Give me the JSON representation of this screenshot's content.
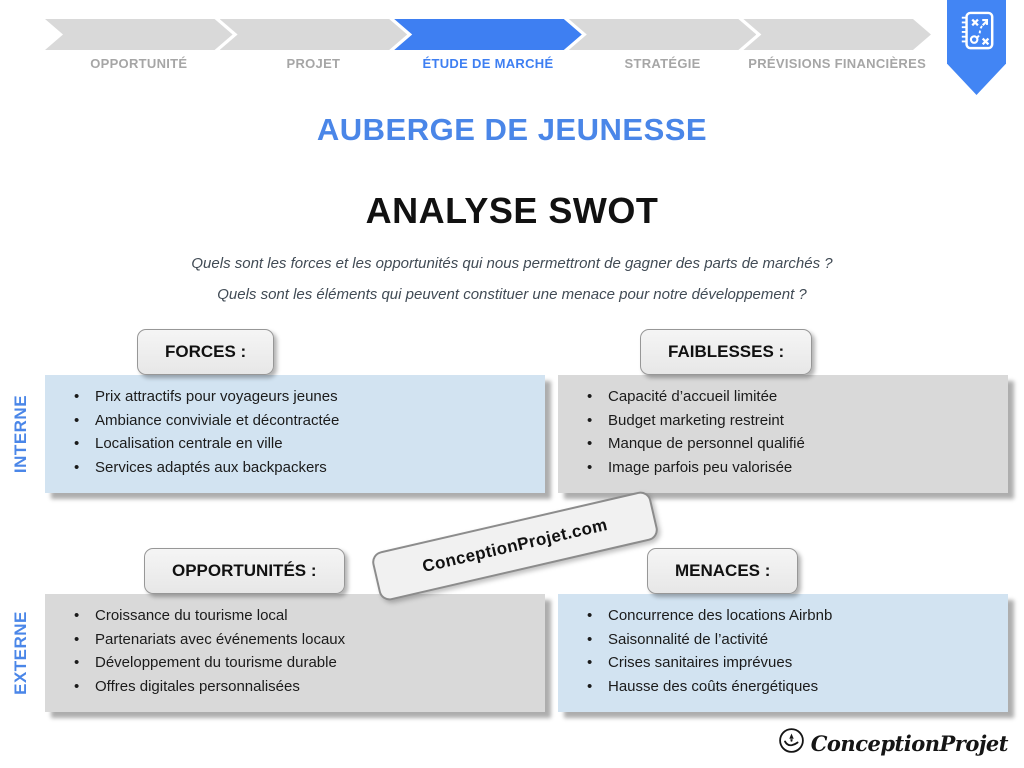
{
  "stepper": {
    "steps": [
      {
        "label": "OPPORTUNITÉ",
        "active": false
      },
      {
        "label": "PROJET",
        "active": false
      },
      {
        "label": "ÉTUDE DE MARCHÉ",
        "active": true
      },
      {
        "label": "STRATÉGIE",
        "active": false
      },
      {
        "label": "PRÉVISIONS FINANCIÈRES",
        "active": false
      }
    ]
  },
  "header": {
    "title": "AUBERGE DE JEUNESSE",
    "subtitle": "ANALYSE SWOT",
    "questions": [
      "Quels sont les forces et les opportunités qui nous permettront de gagner des parts de marchés ?",
      "Quels sont les éléments qui peuvent constituer une menace pour notre développement ?"
    ]
  },
  "swot": {
    "row_labels": [
      "INTERNE",
      "EXTERNE"
    ],
    "quadrants": [
      {
        "title": "FORCES :",
        "tone": "blue",
        "items": [
          "Prix attractifs pour voyageurs jeunes",
          "Ambiance conviviale et décontractée",
          "Localisation centrale en ville",
          "Services adaptés aux backpackers"
        ]
      },
      {
        "title": "FAIBLESSES :",
        "tone": "gray",
        "items": [
          "Capacité d’accueil limitée",
          "Budget marketing restreint",
          "Manque de personnel qualifié",
          "Image parfois peu valorisée"
        ]
      },
      {
        "title": "OPPORTUNITÉS :",
        "tone": "gray",
        "items": [
          "Croissance du tourisme local",
          "Partenariats avec événements locaux",
          "Développement du tourisme durable",
          "Offres digitales personnalisées"
        ]
      },
      {
        "title": "MENACES :",
        "tone": "blue",
        "items": [
          "Concurrence des locations Airbnb",
          "Saisonnalité de l’activité",
          "Crises sanitaires imprévues",
          "Hausse des coûts énergétiques"
        ]
      }
    ]
  },
  "watermark": {
    "text": "ConceptionProjet.com"
  },
  "footer": {
    "logo_text": "ConceptionProjet"
  },
  "colors": {
    "accent_blue": "#3e7ff2",
    "title_blue": "#4a86e8",
    "chevron_gray": "#d9d9d9",
    "box_blue": "#d2e3f1",
    "box_gray": "#d9d9d9",
    "question_text": "#414b55"
  }
}
